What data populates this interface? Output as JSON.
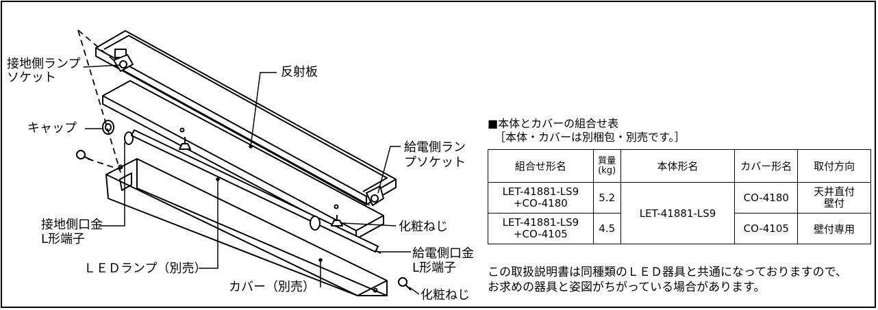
{
  "labels": {
    "ground_socket": "接地側ランプ\nソケット",
    "reflector": "反射板",
    "cap": "キャップ",
    "feed_socket": "給電側ラン\nプソケット",
    "ground_terminal": "接地側口金\nL形端子",
    "cosmetic_screw_1": "化粧ねじ",
    "feed_terminal": "給電側口金\nL形端子",
    "led_lamp": "ＬＥＤランプ（別売）",
    "cover": "カバー（別売）",
    "cosmetic_screw_2": "化粧ねじ"
  },
  "table": {
    "title": "■本体とカバーの組合せ表",
    "subtitle": "［本体・カバーは別梱包・別売です。］",
    "headers": [
      "組合せ形名",
      "質量\n(kg)",
      "本体形名",
      "カバー形名",
      "取付方向"
    ],
    "rows": [
      {
        "combo": "LET-41881-LS9\n+CO-4180",
        "mass": "5.2",
        "body": "LET-41881-LS9",
        "cover": "CO-4180",
        "direction": "天井直付\n壁付"
      },
      {
        "combo": "LET-41881-LS9\n+CO-4105",
        "mass": "4.5",
        "body": "LET-41881-LS9",
        "cover": "CO-4105",
        "direction": "壁付専用"
      }
    ]
  },
  "note": "この取扱説明書は同種類のＬＥＤ器具と共通になっておりますので、\nお求めの器具と姿図がちがっている場合があります。"
}
